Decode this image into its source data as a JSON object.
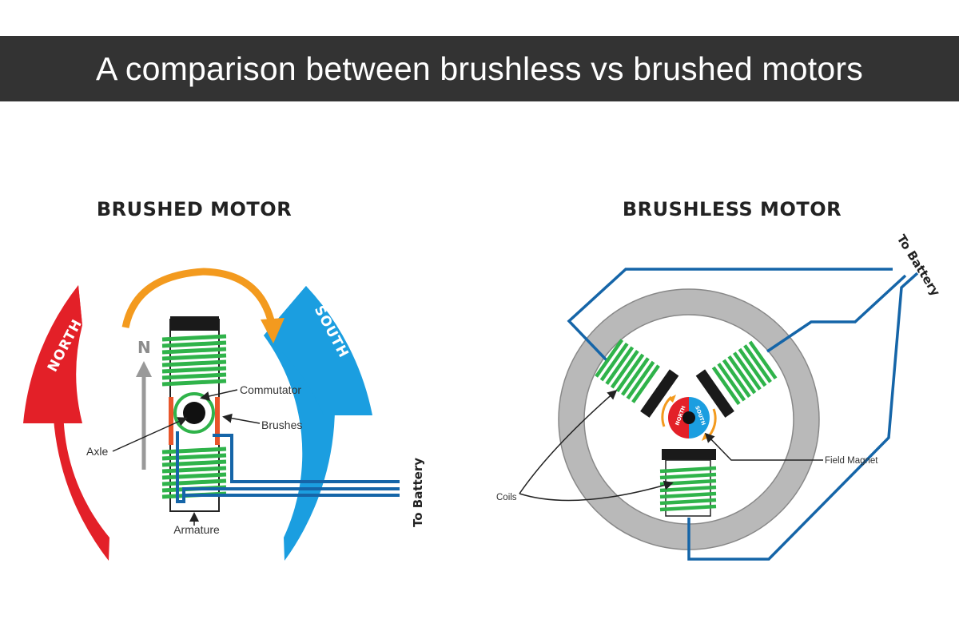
{
  "title": "A comparison between brushless vs brushed motors",
  "brushed": {
    "heading": "BRUSHED MOTOR",
    "north_label": "NORTH",
    "south_label": "SOUTH",
    "n_label": "N",
    "labels": {
      "commutator": "Commutator",
      "brushes": "Brushes",
      "axle": "Axle",
      "armature": "Armature",
      "battery": "To Battery"
    }
  },
  "brushless": {
    "heading": "BRUSHLESS MOTOR",
    "labels": {
      "battery": "To Battery",
      "coils": "Coils",
      "field_magnet": "Field Magnet",
      "north": "NORTH",
      "south": "SOUTH"
    }
  },
  "colors": {
    "north_red": "#e32028",
    "south_blue": "#1b9ee0",
    "coil_green": "#2fb34a",
    "wire_blue": "#1565a8",
    "arrow_orange": "#f39a1e",
    "brush_orange": "#e8552a",
    "stator_gray": "#b9b9b9"
  }
}
